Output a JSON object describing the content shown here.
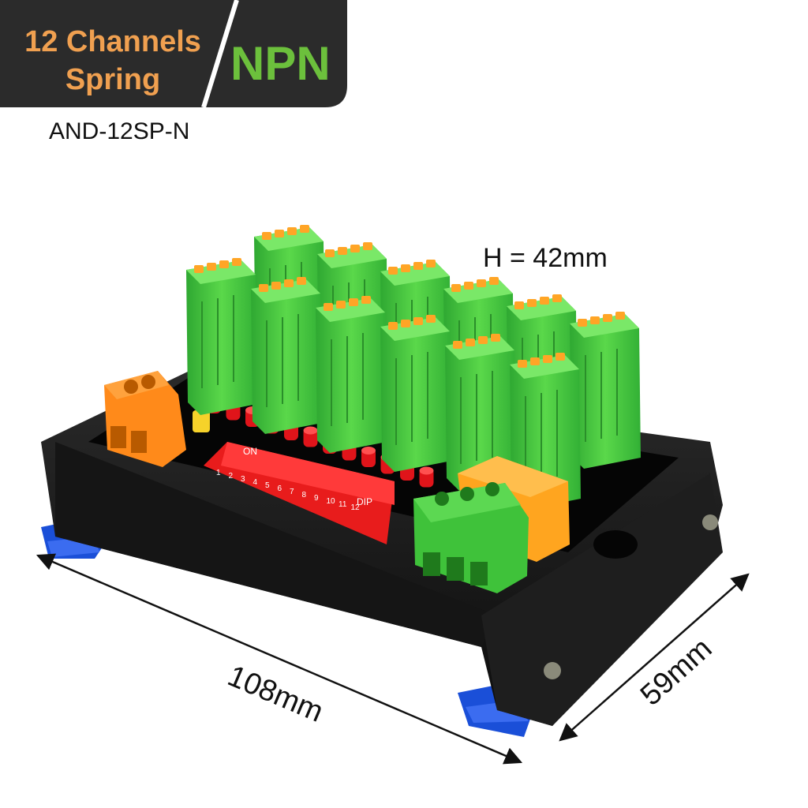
{
  "banner": {
    "line1": "12 Channels",
    "line2": "Spring",
    "type": "NPN",
    "bg_color": "#2b2b2b",
    "text_color": "#f0a050",
    "accent_color": "#6cc03c"
  },
  "product": {
    "model": "AND-12SP-N",
    "channel_count": 12
  },
  "dimensions": {
    "height": "H = 42mm",
    "length": "108mm",
    "width": "59mm"
  },
  "board": {
    "dip_label_on": "ON",
    "dip_label_dip": "DIP",
    "dip_numbers": [
      "1",
      "2",
      "3",
      "4",
      "5",
      "6",
      "7",
      "8",
      "9",
      "10",
      "11",
      "12"
    ]
  }
}
